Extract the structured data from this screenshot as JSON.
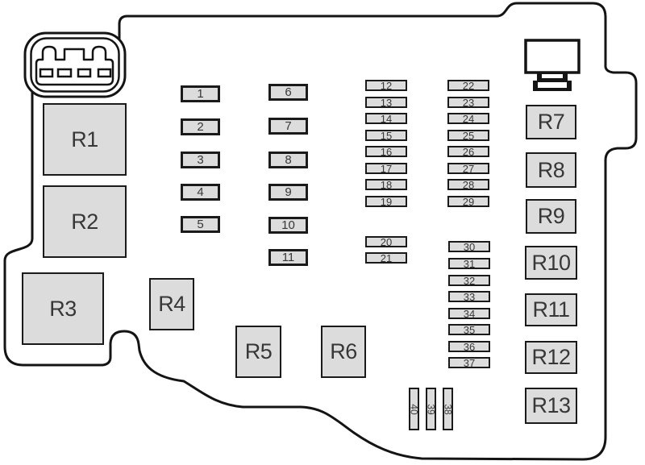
{
  "diagram": {
    "kind": "engine-compartment-fuse-box-diagram",
    "colors": {
      "box_fill": "#dcdcdc",
      "line": "#1a1a1a",
      "text": "#373737",
      "background": "#ffffff"
    }
  },
  "relays": [
    "R1",
    "R2",
    "R3",
    "R4",
    "R5",
    "R6",
    "R7",
    "R8",
    "R9",
    "R10",
    "R11",
    "R12",
    "R13"
  ],
  "fuse_groups": {
    "a": [
      "1",
      "2",
      "3",
      "4",
      "5"
    ],
    "b": [
      "6",
      "7",
      "8",
      "9",
      "10",
      "11"
    ],
    "c": [
      "12",
      "13",
      "14",
      "15",
      "16",
      "17",
      "18",
      "19"
    ],
    "c2": [
      "20",
      "21"
    ],
    "d": [
      "22",
      "23",
      "24",
      "25",
      "26",
      "27",
      "28",
      "29"
    ],
    "d2": [
      "30",
      "31",
      "32",
      "33",
      "34",
      "35",
      "36",
      "37"
    ],
    "v": [
      "40",
      "39",
      "38"
    ]
  }
}
